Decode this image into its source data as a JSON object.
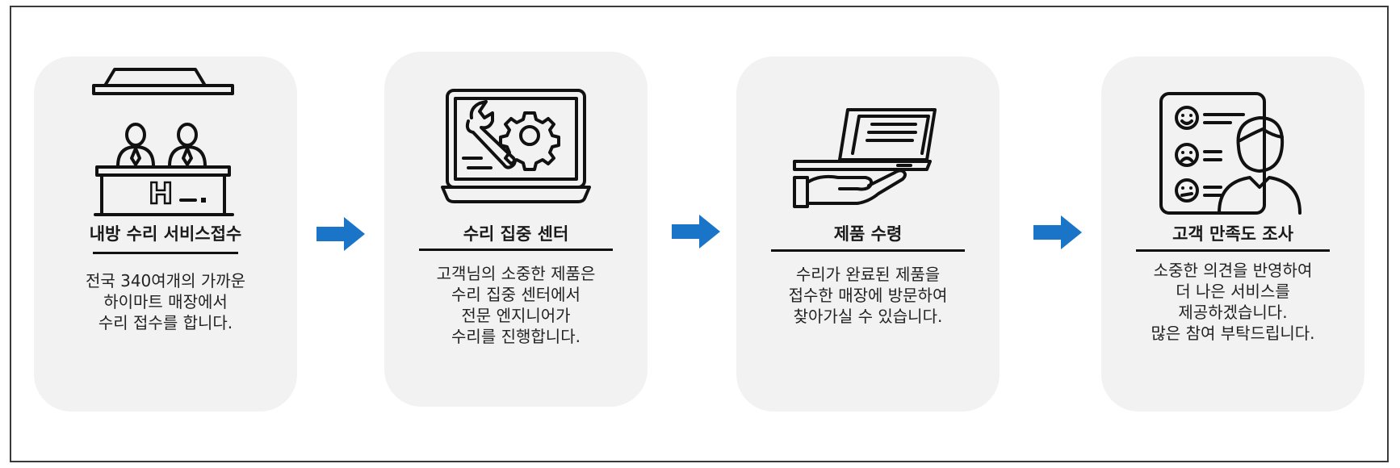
{
  "steps": [
    {
      "icon": "reception-desk-icon",
      "title": "내방 수리 서비스접수",
      "desc": [
        "전국 340여개의 가까운",
        "하이마트 매장에서",
        "수리 접수를 합니다."
      ],
      "desk_letter": "H"
    },
    {
      "icon": "laptop-repair-icon",
      "title": "수리 집중 센터",
      "desc": [
        "고객님의 소중한 제품은",
        "수리 집중 센터에서",
        "전문 엔지니어가",
        "수리를 진행합니다."
      ]
    },
    {
      "icon": "laptop-on-hand-icon",
      "title": "제품 수령",
      "desc": [
        "수리가 완료된 제품을",
        "접수한 매장에 방문하여",
        "찾아가실 수 있습니다."
      ]
    },
    {
      "icon": "satisfaction-survey-icon",
      "title": "고객 만족도 조사",
      "desc": [
        "소중한 의견을 반영하여",
        "더 나은 서비스를",
        "제공하겠습니다.",
        "많은 참여 부탁드립니다."
      ]
    }
  ],
  "arrow_color": "#1a75c9",
  "card_color": "#f2f2f2"
}
